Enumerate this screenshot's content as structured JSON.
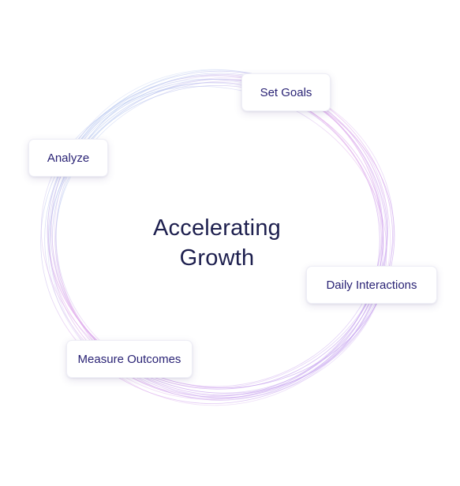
{
  "center": {
    "line1": "Accelerating",
    "line2": "Growth"
  },
  "steps": [
    {
      "label": "Set Goals"
    },
    {
      "label": "Daily Interactions"
    },
    {
      "label": "Measure Outcomes"
    },
    {
      "label": "Analyze"
    }
  ],
  "colors": {
    "ring_blue": "#9fd6f2",
    "ring_violet": "#b79cf0",
    "ring_pink": "#e3a9ea",
    "title_text": "#1d1f4e",
    "card_text": "#2a2375"
  }
}
